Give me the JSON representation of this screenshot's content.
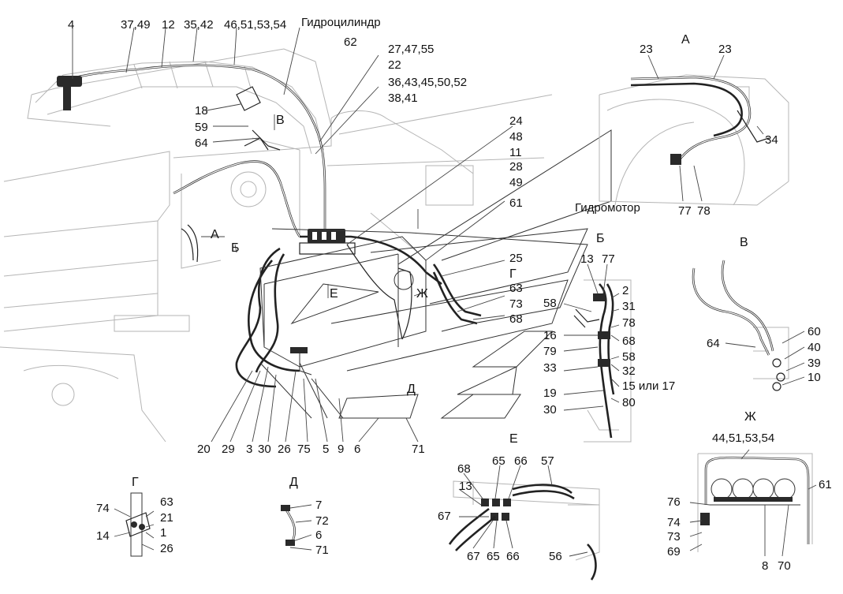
{
  "callouts": {
    "c1": "4",
    "c2": "37,49",
    "c3": "12",
    "c4": "35,42",
    "c5": "46,51,53,54",
    "c6": "Гидроцилиндр",
    "c7": "62",
    "c8": "27,47,55",
    "c9": "22",
    "c10": "36,43,45,50,52",
    "c11": "38,41",
    "c12": "18",
    "c13": "59",
    "c14": "64",
    "c15": "В",
    "c16": "24",
    "c17": "48",
    "c18": "11",
    "c19": "28",
    "c20": "49",
    "c21": "61",
    "c22": "А",
    "c23": "Б",
    "c24": "Е",
    "c25": "25",
    "c26": "Г",
    "c27": "63",
    "c28": "Ж",
    "c29": "73",
    "c30": "68",
    "c31": "Д",
    "c32": "20",
    "c33": "29",
    "c34": "3",
    "c35": "30",
    "c36": "26",
    "c37": "75",
    "c38": "5",
    "c39": "9",
    "c40": "6",
    "c41": "71"
  },
  "view_a": {
    "title": "А",
    "l1": "23",
    "l2": "23",
    "l3": "34",
    "l4": "Гидромотор",
    "l5": "77",
    "l6": "78"
  },
  "view_b": {
    "title": "Б",
    "l1": "13",
    "l2": "77",
    "l3": "2",
    "l4": "58",
    "l5": "31",
    "l6": "78",
    "l7": "68",
    "l8": "16",
    "l9": "79",
    "l10": "58",
    "l11": "33",
    "l12": "32",
    "l13": "15 или 17",
    "l14": "19",
    "l15": "30",
    "l16": "80"
  },
  "view_v": {
    "title": "В",
    "l1": "64",
    "l2": "60",
    "l3": "40",
    "l4": "39",
    "l5": "10"
  },
  "view_g": {
    "title": "Г",
    "l1": "74",
    "l2": "63",
    "l3": "21",
    "l4": "14",
    "l5": "1",
    "l6": "26"
  },
  "view_d": {
    "title": "Д",
    "l1": "7",
    "l2": "72",
    "l3": "6",
    "l4": "71"
  },
  "view_e": {
    "title": "Е",
    "l1": "68",
    "l2": "65",
    "l3": "66",
    "l4": "57",
    "l5": "13",
    "l6": "67",
    "l7": "67",
    "l8": "65",
    "l9": "66",
    "l10": "56"
  },
  "view_zh": {
    "title": "Ж",
    "l1": "44,51,53,54",
    "l2": "61",
    "l3": "76",
    "l4": "74",
    "l5": "73",
    "l6": "69",
    "l7": "8",
    "l8": "70"
  }
}
